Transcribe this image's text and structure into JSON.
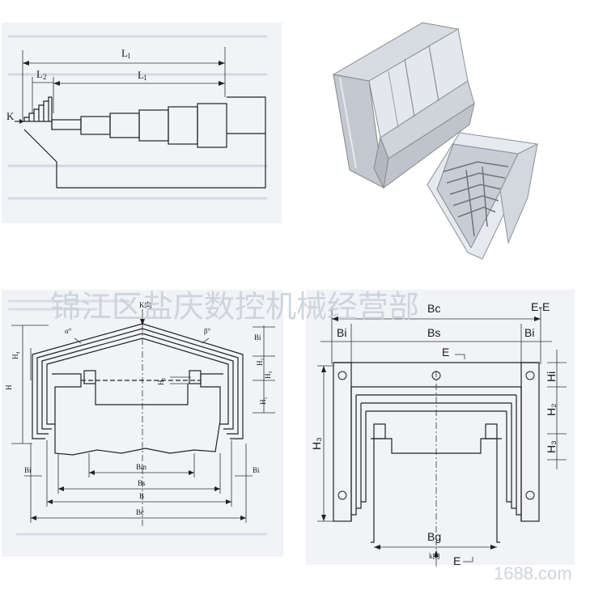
{
  "watermark": {
    "text": "锦江区盐庆数控机械经营部",
    "domain": "1688.com"
  },
  "diagram_top_left": {
    "labels": {
      "K": "K",
      "L": "L",
      "L1": "L",
      "L1_sub": "1",
      "L2": "L",
      "L2_sub": "2"
    }
  },
  "diagram_bottom_left": {
    "labels": {
      "k_dir": "K向",
      "alpha": "α°",
      "beta": "β°",
      "Bi_top": "Bi",
      "H2": "H₂",
      "H3": "H₃",
      "H4": "H₄",
      "H": "H",
      "H1": "H₁",
      "H5": "H₅",
      "Bi_left": "Bi",
      "Bi_right": "Bi",
      "Bm": "Bm",
      "Bs": "Bs",
      "B": "B",
      "Bc": "Bc"
    }
  },
  "diagram_bottom_right": {
    "labels": {
      "Bc": "Bc",
      "EE": "E-E",
      "Bi_left": "Bi",
      "Bi_right": "Bi",
      "Bs": "Bs",
      "E": "E",
      "Hi": "Hi",
      "H2": "H₂",
      "H3_right": "H₃",
      "H3_left": "H₃",
      "Bg": "Bg",
      "k_dir": "k向",
      "E_bottom": "E"
    }
  },
  "colors": {
    "steel_light": "#dfe3ea",
    "steel_mid": "#b6bcc6",
    "steel_dark": "#7f8794",
    "paper": "#f1f3f7"
  }
}
